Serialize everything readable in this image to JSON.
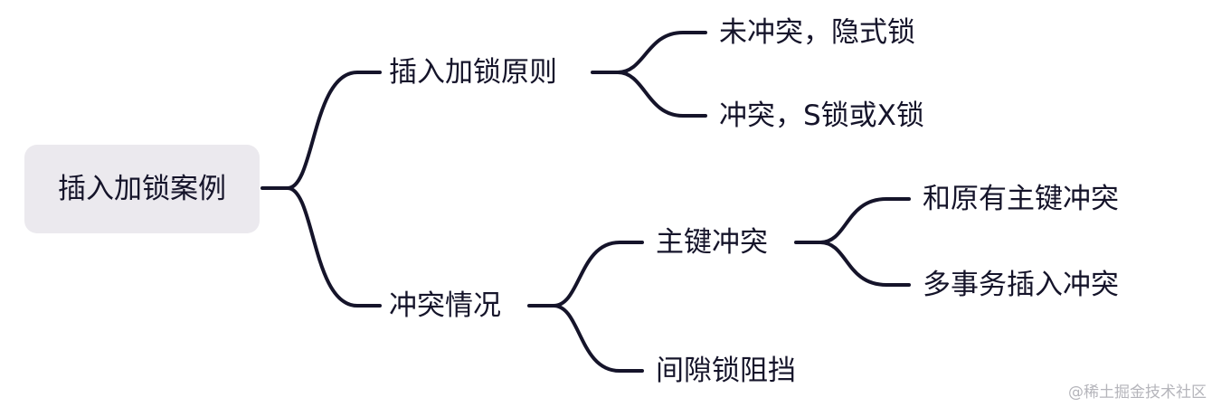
{
  "root": {
    "label": "插入加锁案例"
  },
  "branches": [
    {
      "label": "插入加锁原则",
      "children": [
        {
          "label": "未冲突，隐式锁"
        },
        {
          "label": "冲突，S锁或X锁"
        }
      ]
    },
    {
      "label": "冲突情况",
      "children": [
        {
          "label": "主键冲突",
          "children": [
            {
              "label": "和原有主键冲突"
            },
            {
              "label": "多事务插入冲突"
            }
          ]
        },
        {
          "label": "间隙锁阻挡"
        }
      ]
    }
  ],
  "watermark": "@稀土掘金技术社区",
  "colors": {
    "line": "#15142a",
    "text": "#15142a",
    "root_fill": "#ebe9ee"
  }
}
